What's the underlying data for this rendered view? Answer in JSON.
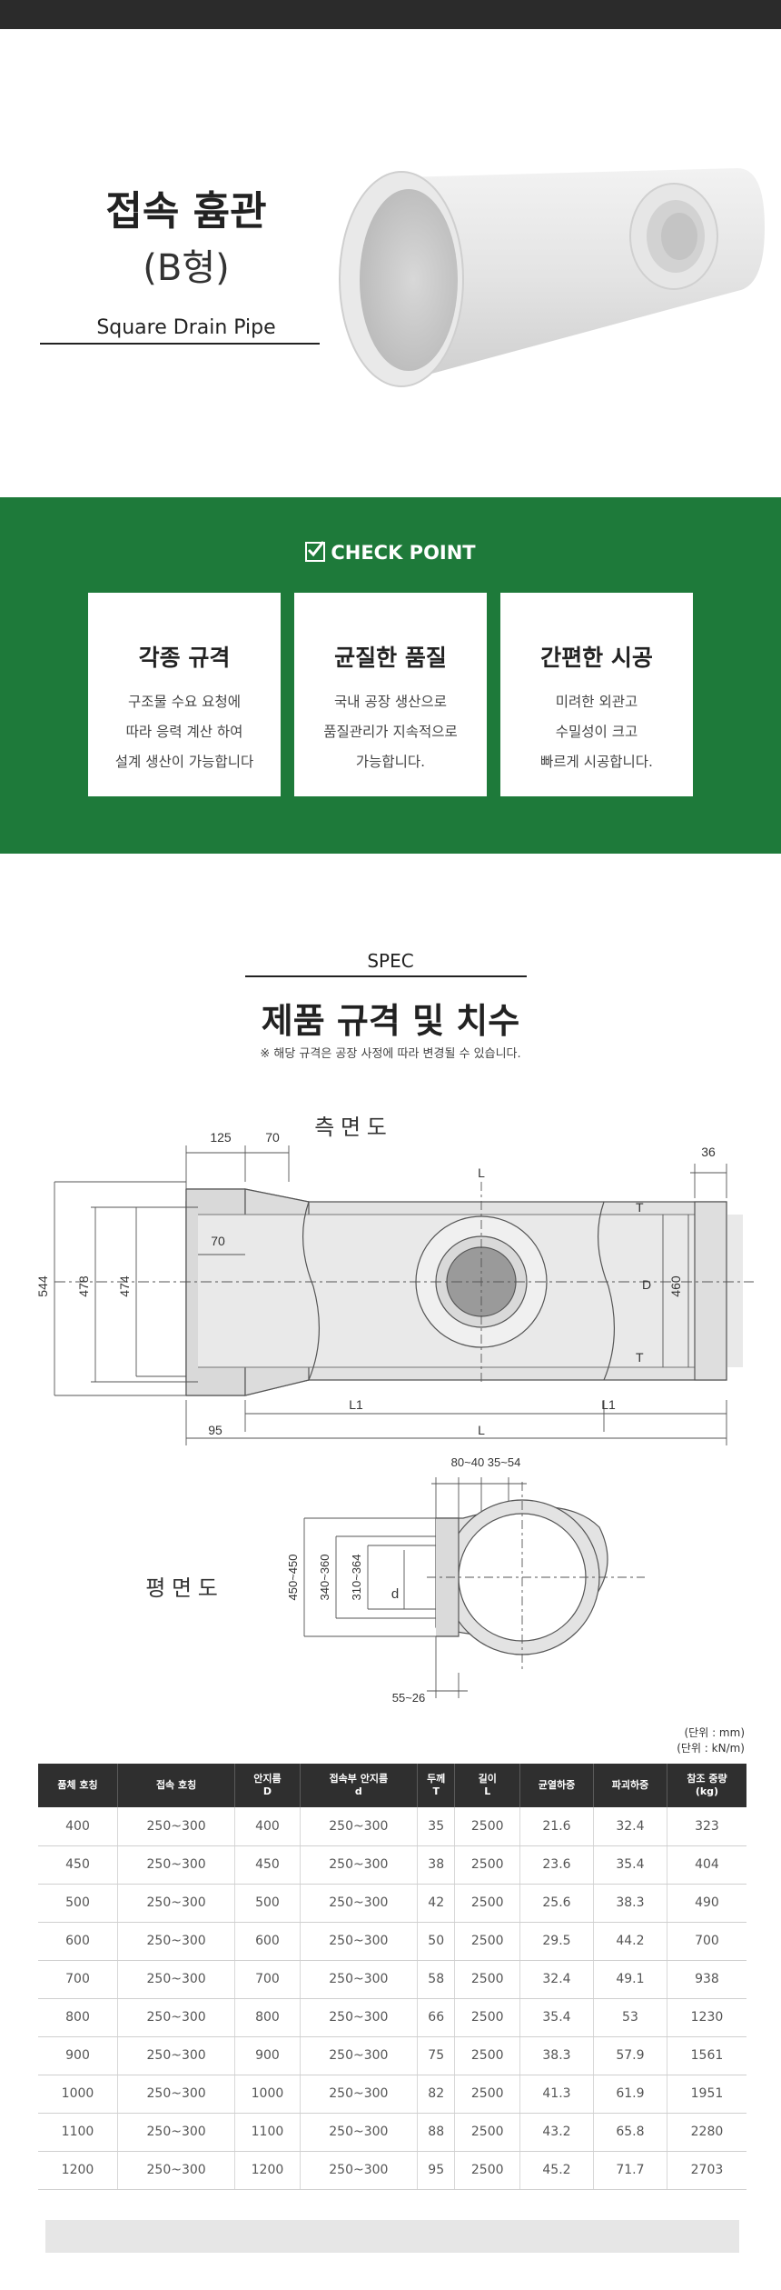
{
  "hero": {
    "title": "접속 흄관",
    "subtitle": "(B형)",
    "english": "Square Drain Pipe"
  },
  "checkpoint": {
    "title": "CHECK POINT",
    "cards": [
      {
        "title": "각종 규격",
        "lines": [
          "구조물 수요 요청에",
          "따라 응력 계산 하여",
          "설계 생산이 가능합니다"
        ]
      },
      {
        "title": "균질한 품질",
        "lines": [
          "국내 공장 생산으로",
          "품질관리가 지속적으로",
          "가능합니다."
        ]
      },
      {
        "title": "간편한 시공",
        "lines": [
          "미려한 외관고",
          "수밀성이 크고",
          "빠르게 시공합니다."
        ]
      }
    ]
  },
  "spec": {
    "label": "SPEC",
    "title": "제품 규격 및 치수",
    "note": "※ 해당 규격은 공장 사정에 따라 변경될 수 있습니다."
  },
  "drawing": {
    "side_view_title": "측 면 도",
    "plan_view_title": "평 면 도",
    "side": {
      "dim_125": "125",
      "dim_70_top": "70",
      "dim_36": "36",
      "dim_70_inner": "70",
      "dim_544": "544",
      "dim_478": "478",
      "dim_474": "474",
      "dim_460": "460",
      "label_T_top": "T",
      "label_T_bottom": "T",
      "label_D": "D",
      "dim_95": "95",
      "label_L1_left": "L1",
      "label_L": "L",
      "label_L1_right": "L1",
      "center_mark": "L"
    },
    "plan": {
      "dim_top": "80~40 35~54",
      "dim_450_450": "450~450",
      "dim_340_360": "340~360",
      "dim_310_364": "310~364",
      "label_d": "d",
      "dim_55_26": "55~26"
    }
  },
  "units": [
    "(단위 : mm)",
    "(단위 : kN/m)"
  ],
  "table": {
    "headers": [
      [
        "품체 호칭"
      ],
      [
        "접속 호칭"
      ],
      [
        "안지름",
        "D"
      ],
      [
        "접속부 안지름",
        "d"
      ],
      [
        "두께",
        "T"
      ],
      [
        "길이",
        "L"
      ],
      [
        "균열하중"
      ],
      [
        "파괴하중"
      ],
      [
        "참조 중량",
        "(kg)"
      ]
    ],
    "rows": [
      [
        "400",
        "250~300",
        "400",
        "250~300",
        "35",
        "2500",
        "21.6",
        "32.4",
        "323"
      ],
      [
        "450",
        "250~300",
        "450",
        "250~300",
        "38",
        "2500",
        "23.6",
        "35.4",
        "404"
      ],
      [
        "500",
        "250~300",
        "500",
        "250~300",
        "42",
        "2500",
        "25.6",
        "38.3",
        "490"
      ],
      [
        "600",
        "250~300",
        "600",
        "250~300",
        "50",
        "2500",
        "29.5",
        "44.2",
        "700"
      ],
      [
        "700",
        "250~300",
        "700",
        "250~300",
        "58",
        "2500",
        "32.4",
        "49.1",
        "938"
      ],
      [
        "800",
        "250~300",
        "800",
        "250~300",
        "66",
        "2500",
        "35.4",
        "53",
        "1230"
      ],
      [
        "900",
        "250~300",
        "900",
        "250~300",
        "75",
        "2500",
        "38.3",
        "57.9",
        "1561"
      ],
      [
        "1000",
        "250~300",
        "1000",
        "250~300",
        "82",
        "2500",
        "41.3",
        "61.9",
        "1951"
      ],
      [
        "1100",
        "250~300",
        "1100",
        "250~300",
        "88",
        "2500",
        "43.2",
        "65.8",
        "2280"
      ],
      [
        "1200",
        "250~300",
        "1200",
        "250~300",
        "95",
        "2500",
        "45.2",
        "71.7",
        "2703"
      ]
    ]
  },
  "colors": {
    "band": "#1e7a3a",
    "topbar": "#2b2b2b",
    "table_header": "#2f2f2f"
  }
}
